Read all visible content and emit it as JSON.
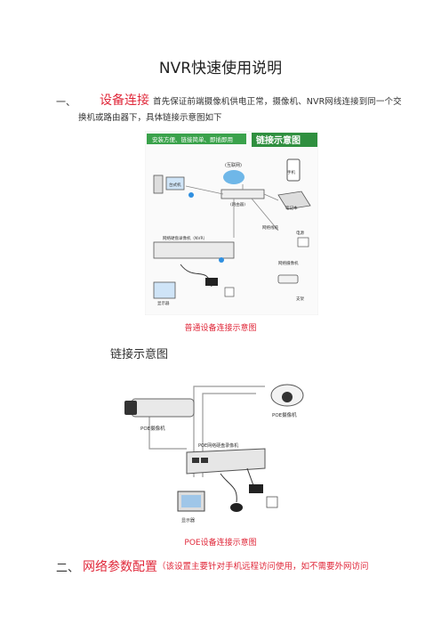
{
  "title": "NVR快速使用说明",
  "section1": {
    "number": "一、",
    "heading": "设备连接",
    "line1": "首先保证前端摄像机供电正常，摄像机、NVR网线连接到同一个交",
    "line2": "换机或路由器下，具体链接示意图如下"
  },
  "figure1": {
    "banner": "安装方便、链接简单、即插即用",
    "heading": "链接示意图",
    "labels": {
      "internet": "(互联网)",
      "computer": "台式机",
      "router": "(路由器)",
      "phone": "手机",
      "laptop": "笔记本",
      "nvr": "网络硬盘录像机（NVR）",
      "cable": "网络线缆",
      "power": "电源",
      "camera": "网络摄像机",
      "monitor": "显示器",
      "mount": "支架"
    },
    "caption": "普通设备连接示意图"
  },
  "figure2": {
    "heading": "链接示意图",
    "labels": {
      "poe_camera_left": "POE摄像机",
      "poe_camera_right": "POE摄像机",
      "nvr": "POE网络硬盘录像机",
      "monitor": "显示器"
    },
    "caption": "POE设备连接示意图"
  },
  "section2": {
    "number": "二、",
    "heading": "网络参数配置",
    "text": "（该设置主要针对手机远程访问使用，如不需要外网访问"
  },
  "colors": {
    "accent_red": "#e0283a",
    "banner_green": "#3aa24b"
  }
}
